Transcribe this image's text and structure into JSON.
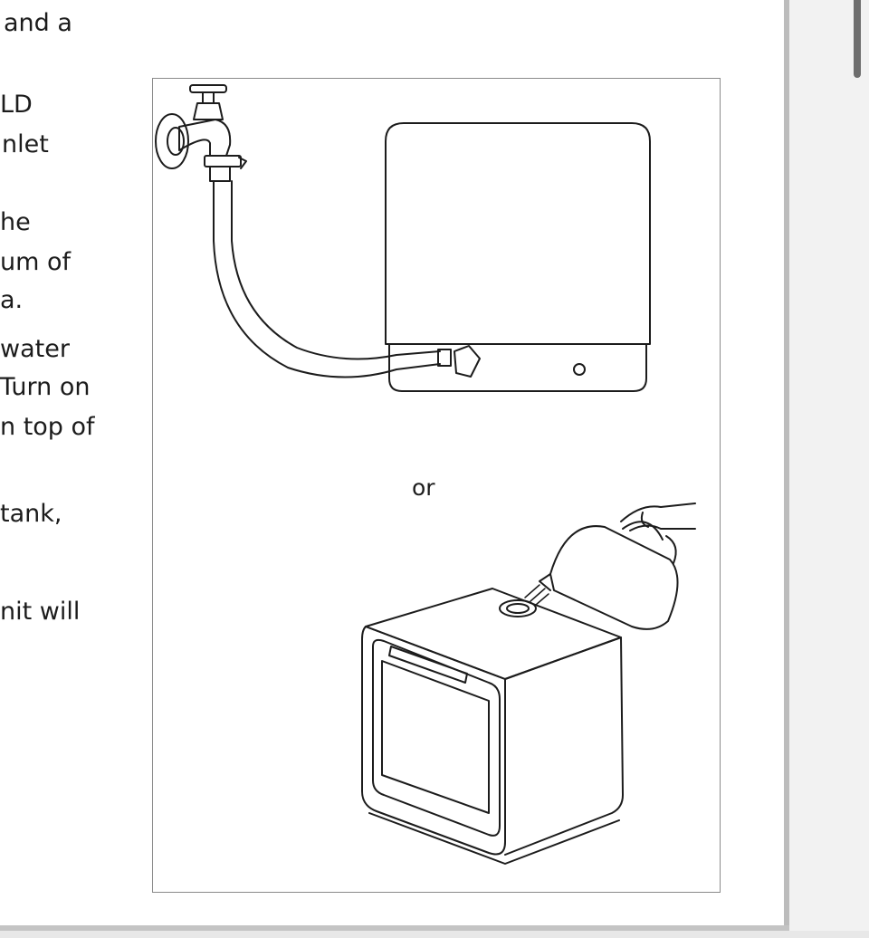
{
  "manual": {
    "text_lines": [
      "and a",
      "LD",
      "nlet",
      "he",
      "um of",
      "a.",
      " water",
      "Turn on",
      "n top of",
      " tank,",
      "nit will"
    ],
    "figure": {
      "or_label": "or",
      "top_illustration": "faucet-connected-dishwasher",
      "bottom_illustration": "pitcher-filling-dishwasher"
    }
  },
  "colors": {
    "page": "#ffffff",
    "ink": "#1c1c1c",
    "frame": "#8a8a8a",
    "scrollbar": "#6e6e6e"
  }
}
